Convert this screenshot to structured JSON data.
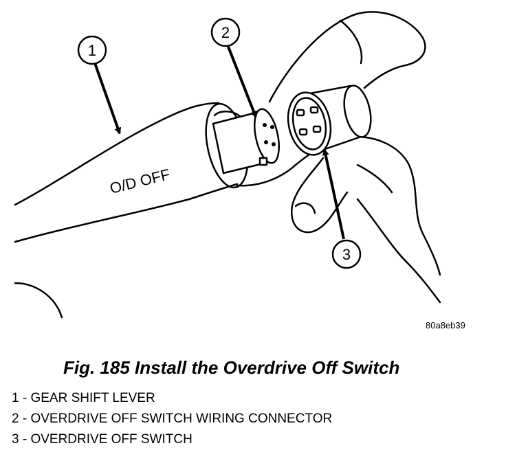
{
  "figure": {
    "ref_code": "80a8eb39",
    "caption": "Fig. 185 Install the Overdrive Off Switch",
    "lever_text": "O/D OFF",
    "callouts": [
      {
        "number": "1"
      },
      {
        "number": "2"
      },
      {
        "number": "3"
      }
    ]
  },
  "legend": {
    "items": [
      "1 - GEAR SHIFT LEVER",
      "2 - OVERDRIVE OFF SWITCH WIRING CONNECTOR",
      "3 - OVERDRIVE OFF SWITCH"
    ]
  }
}
